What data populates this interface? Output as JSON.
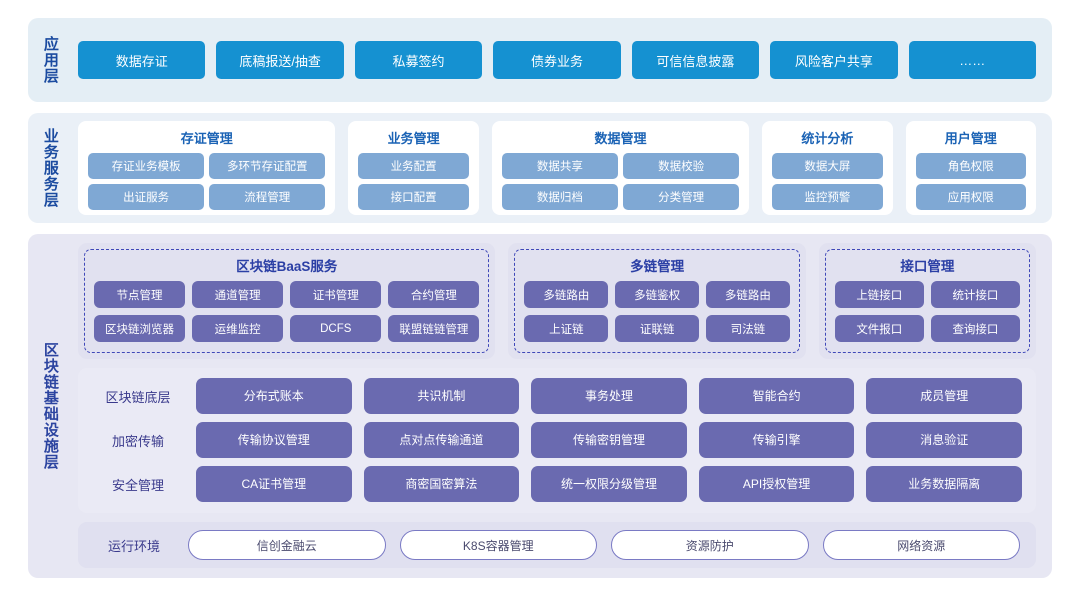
{
  "layers": {
    "application": {
      "label": "应用层",
      "accent": "#1591d1",
      "items": [
        "数据存证",
        "底稿报送/抽查",
        "私募签约",
        "债券业务",
        "可信信息披露",
        "风险客户共享",
        "……"
      ]
    },
    "business": {
      "label": "业务服务层",
      "accent": "#7fa8d4",
      "title_color": "#1b63b5",
      "cards": [
        {
          "title": "存证管理",
          "columns": 2,
          "items": [
            "存证业务模板",
            "多环节存证配置",
            "出证服务",
            "流程管理"
          ]
        },
        {
          "title": "业务管理",
          "columns": 1,
          "items": [
            "业务配置",
            "接口配置"
          ]
        },
        {
          "title": "数据管理",
          "columns": 2,
          "items": [
            "数据共享",
            "数据校验",
            "数据归档",
            "分类管理"
          ]
        },
        {
          "title": "统计分析",
          "columns": 1,
          "items": [
            "数据大屏",
            "监控预警"
          ]
        },
        {
          "title": "用户管理",
          "columns": 1,
          "items": [
            "角色权限",
            "应用权限"
          ]
        }
      ]
    },
    "infrastructure": {
      "label": "区块链基础设施层",
      "accent": "#6a6ab0",
      "dashed_border_color": "#3f48b8",
      "groups": [
        {
          "title": "区块链BaaS服务",
          "columns": 4,
          "items": [
            "节点管理",
            "通道管理",
            "证书管理",
            "合约管理",
            "区块链浏览器",
            "运维监控",
            "DCFS",
            "联盟链链管理"
          ]
        },
        {
          "title": "多链管理",
          "columns": 3,
          "items": [
            "多链路由",
            "多链鉴权",
            "多链路由",
            "上证链",
            "证联链",
            "司法链"
          ]
        },
        {
          "title": "接口管理",
          "columns": 2,
          "items": [
            "上链接口",
            "统计接口",
            "文件报口",
            "查询接口"
          ]
        }
      ],
      "matrix": {
        "rows": [
          {
            "label": "区块链底层",
            "items": [
              "分布式账本",
              "共识机制",
              "事务处理",
              "智能合约",
              "成员管理"
            ]
          },
          {
            "label": "加密传输",
            "items": [
              "传输协议管理",
              "点对点传输通道",
              "传输密钥管理",
              "传输引擎",
              "消息验证"
            ]
          },
          {
            "label": "安全管理",
            "items": [
              "CA证书管理",
              "商密国密算法",
              "统一权限分级管理",
              "API授权管理",
              "业务数据隔离"
            ]
          }
        ]
      },
      "runtime": {
        "label": "运行环境",
        "border_color": "#7a7ac4",
        "items": [
          "信创金融云",
          "K8S容器管理",
          "资源防护",
          "网络资源"
        ]
      }
    }
  }
}
